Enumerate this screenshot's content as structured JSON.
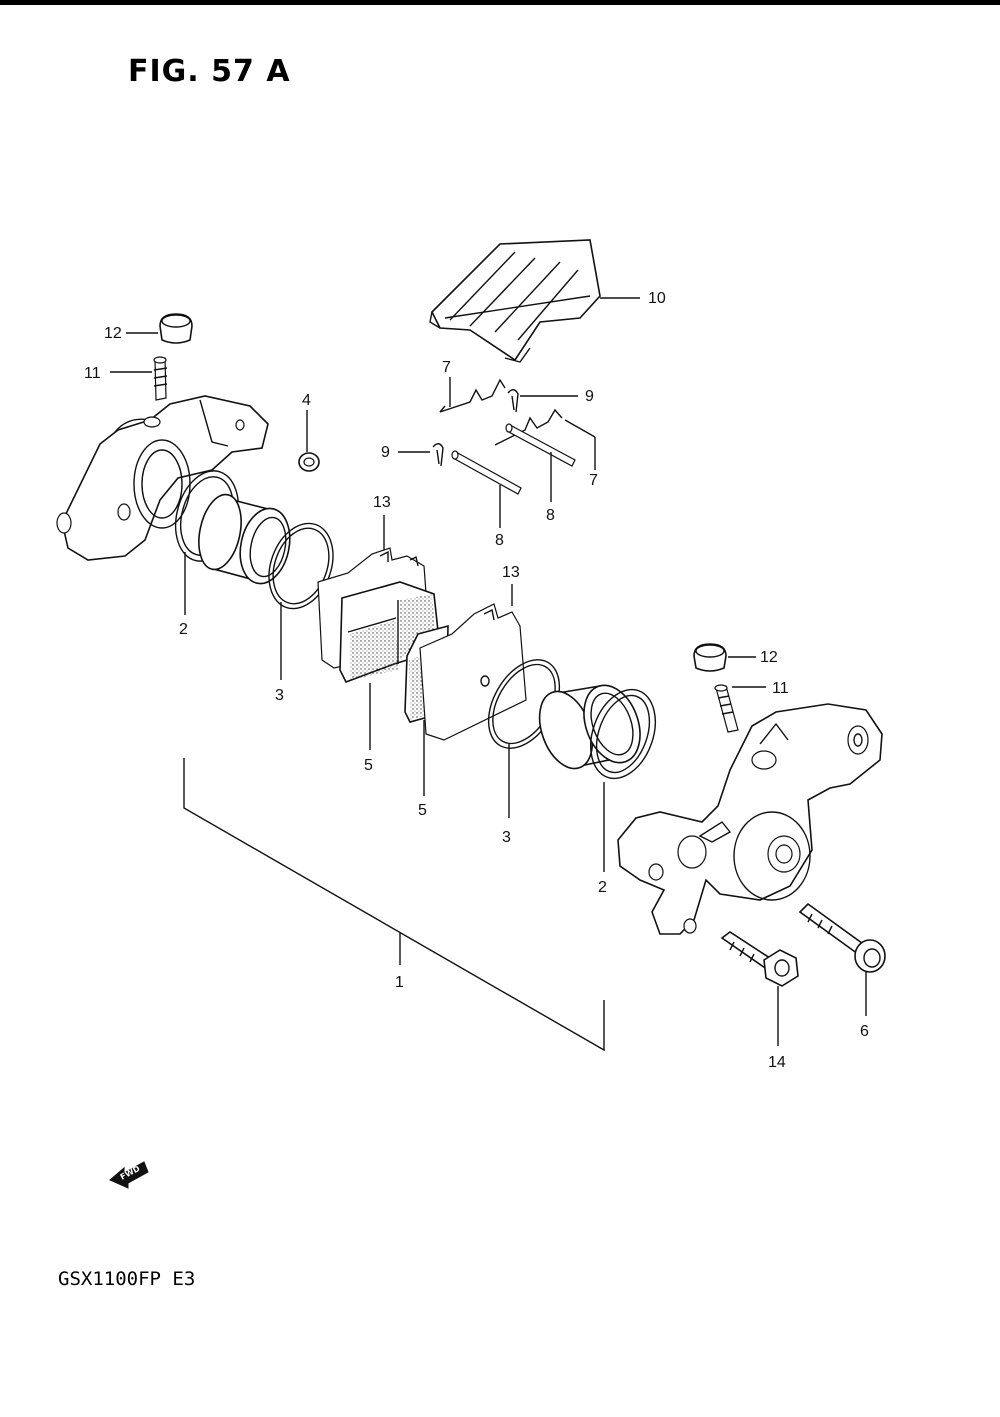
{
  "figure": {
    "title": "FIG. 57 A",
    "model_code": "GSX1100FP  E3",
    "direction_label": "FWD"
  },
  "callouts": {
    "c1": "1",
    "c2_left": "2",
    "c2_right": "2",
    "c3_left": "3",
    "c3_right": "3",
    "c4": "4",
    "c5_left": "5",
    "c5_right": "5",
    "c6": "6",
    "c7_top": "7",
    "c7_right": "7",
    "c8_left": "8",
    "c8_right": "8",
    "c9_top": "9",
    "c9_left": "9",
    "c10": "10",
    "c11_left": "11",
    "c11_right": "11",
    "c12_left": "12",
    "c12_right": "12",
    "c13_left": "13",
    "c13_right": "13",
    "c14": "14"
  }
}
